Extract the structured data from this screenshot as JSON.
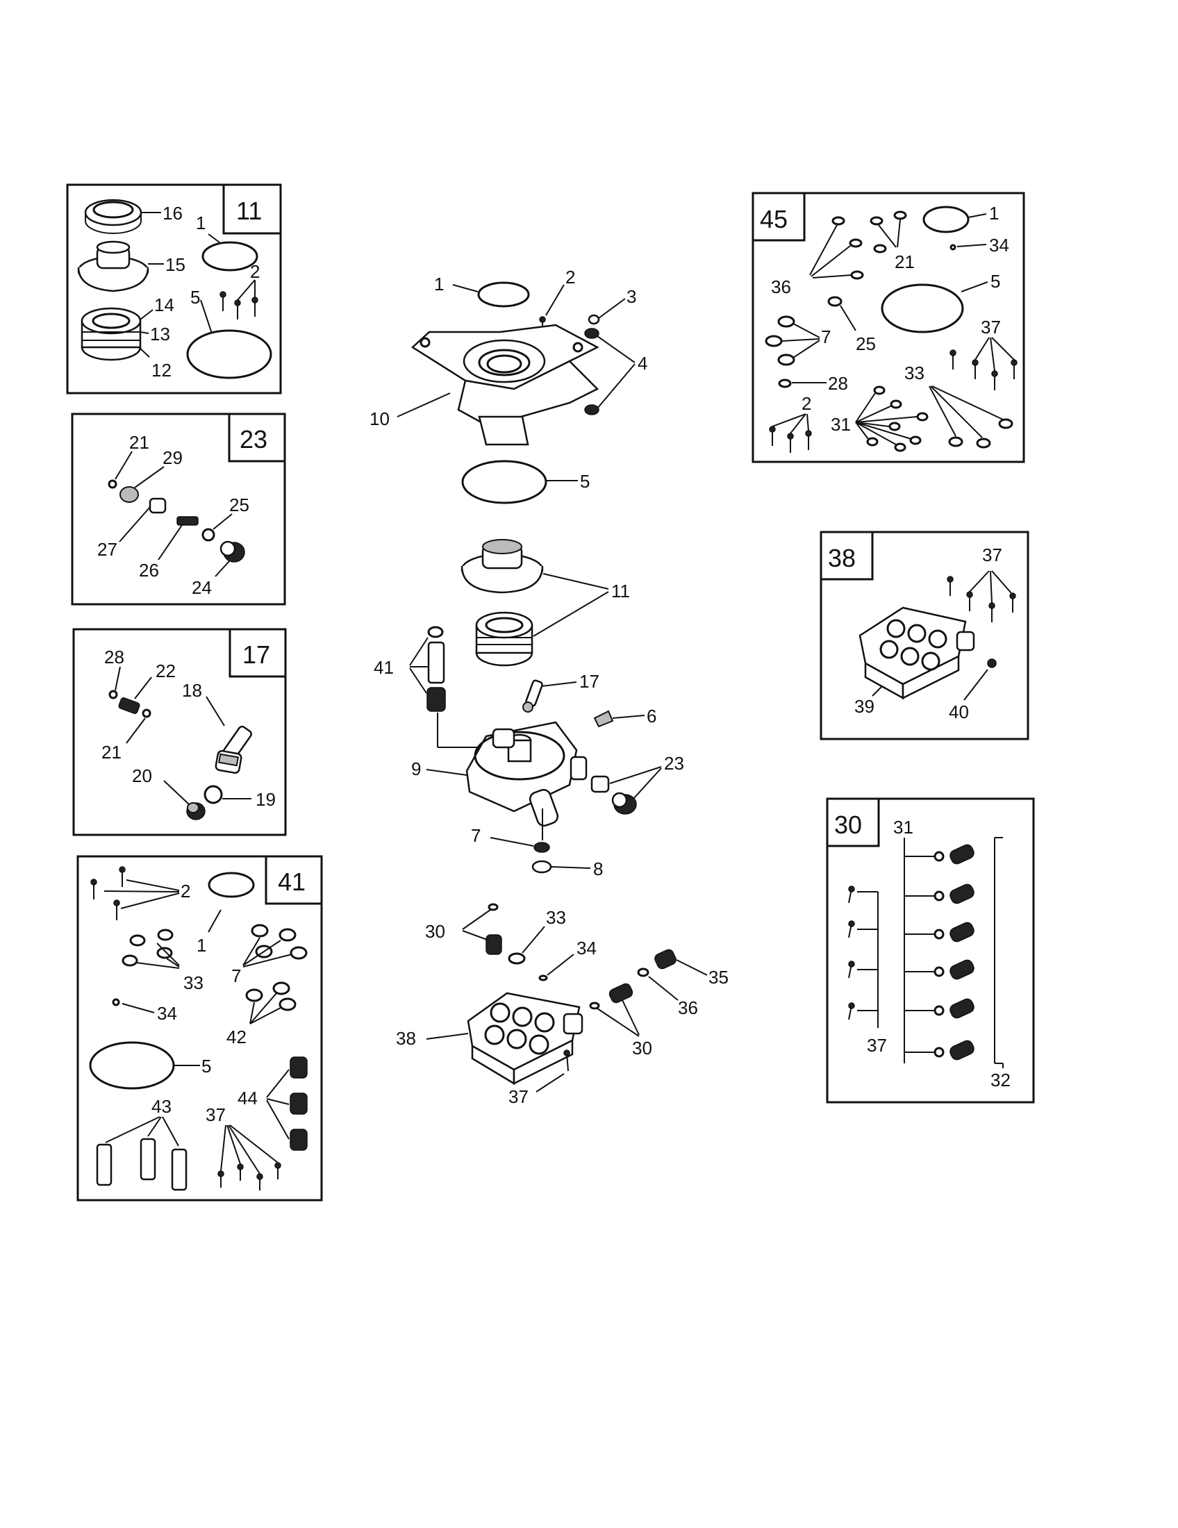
{
  "kits": {
    "k11": {
      "number": "11",
      "callouts": {
        "a": "16",
        "b": "1",
        "c": "15",
        "d": "2",
        "e": "14",
        "f": "5",
        "g": "13",
        "h": "12"
      }
    },
    "k23": {
      "number": "23",
      "callouts": {
        "a": "21",
        "b": "29",
        "c": "25",
        "d": "27",
        "e": "26",
        "f": "24"
      }
    },
    "k17": {
      "number": "17",
      "callouts": {
        "a": "28",
        "b": "22",
        "c": "18",
        "d": "21",
        "e": "20",
        "f": "19"
      }
    },
    "k41": {
      "number": "41",
      "callouts": {
        "a": "2",
        "b": "1",
        "c": "33",
        "d": "7",
        "e": "34",
        "f": "42",
        "g": "5",
        "h": "44",
        "i": "43",
        "j": "37"
      }
    },
    "k45": {
      "number": "45",
      "callouts": {
        "a": "1",
        "b": "34",
        "c": "21",
        "d": "36",
        "e": "5",
        "f": "7",
        "g": "25",
        "h": "37",
        "i": "28",
        "j": "33",
        "k": "2",
        "l": "31"
      }
    },
    "k38": {
      "number": "38",
      "callouts": {
        "a": "37",
        "b": "39",
        "c": "40"
      }
    },
    "k30": {
      "number": "30",
      "callouts": {
        "a": "31",
        "b": "37",
        "c": "32"
      }
    }
  },
  "center": {
    "callouts": {
      "c1": "1",
      "c2": "2",
      "c3": "3",
      "c4": "4",
      "c10": "10",
      "c5": "5",
      "c11": "11",
      "c41": "41",
      "c17": "17",
      "c6": "6",
      "c9": "9",
      "c23": "23",
      "c7": "7",
      "c8": "8",
      "c30a": "30",
      "c33": "33",
      "c34": "34",
      "c35": "35",
      "c36": "36",
      "c38": "38",
      "c30b": "30",
      "c37": "37"
    }
  }
}
